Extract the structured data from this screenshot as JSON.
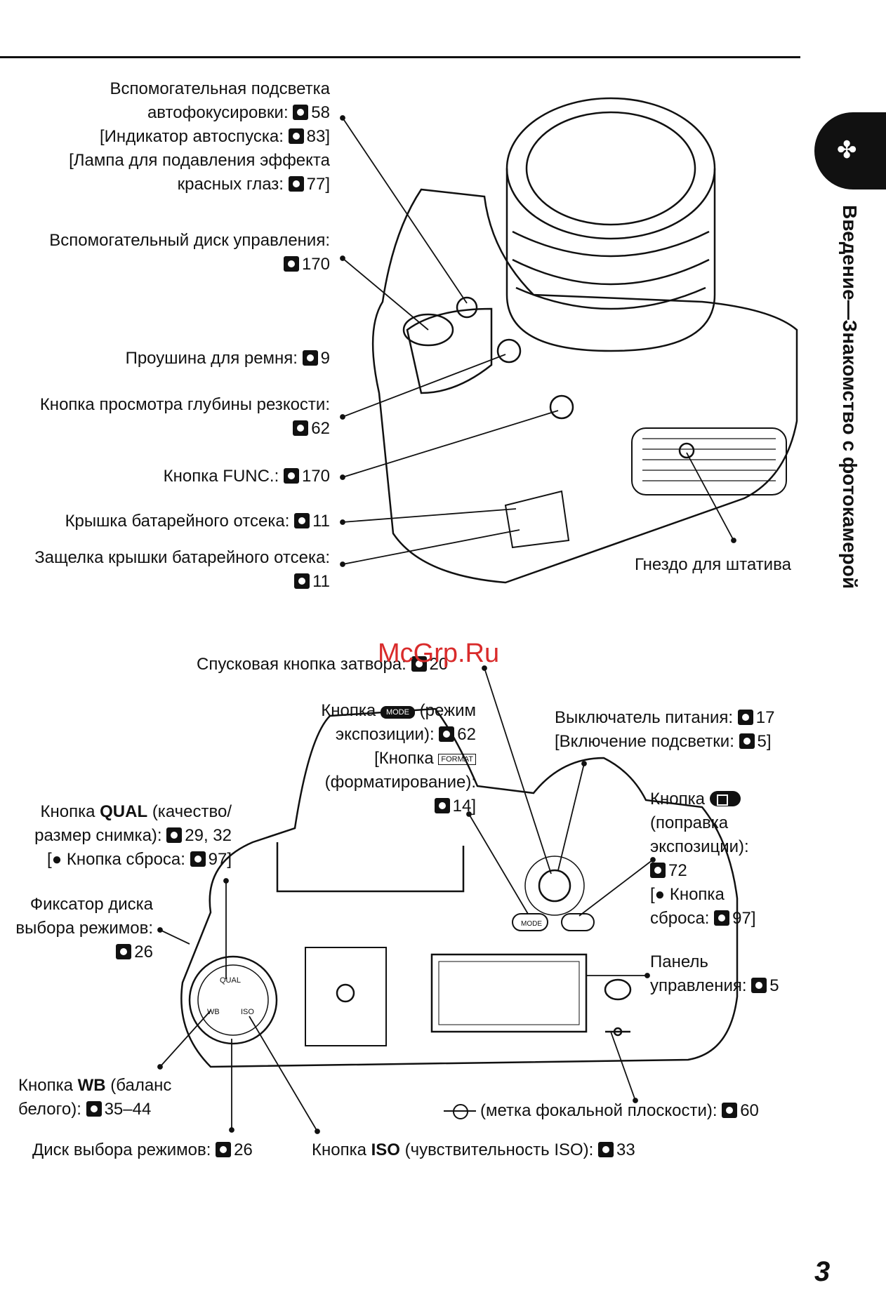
{
  "top": {
    "af_assist": {
      "l1": "Вспомогательная подсветка",
      "l2": "автофокусировки:",
      "p2": "58",
      "l3": "[Индикатор автоспуска:",
      "p3": "83]",
      "l4": "[Лампа для подавления эффекта",
      "l5": "красных глаз:",
      "p5": "77]"
    },
    "sub_dial": {
      "l1": "Вспомогательный диск управления:",
      "p": "170"
    },
    "strap": {
      "l1": "Проушина для ремня:",
      "p": "9"
    },
    "dof": {
      "l1": "Кнопка просмотра глубины резкости:",
      "p": "62"
    },
    "func": {
      "l1": "Кнопка FUNC.:",
      "p": "170"
    },
    "battery_cover": {
      "l1": "Крышка батарейного отсека:",
      "p": "11"
    },
    "battery_latch": {
      "l1": "Защелка крышки батарейного отсека:",
      "p": "11"
    },
    "tripod": {
      "l1": "Гнездо для штатива"
    }
  },
  "bottom": {
    "shutter": {
      "l1": "Спусковая кнопка затвора:",
      "p": "20"
    },
    "mode": {
      "l1a": "Кнопка",
      "pill": "MODE",
      "l1b": "(режим",
      "l2": "экспозиции):",
      "p2": "62",
      "l3": "[Кнопка",
      "fmt": "FORMAT",
      "l4": "(форматирование):",
      "p4": "14]"
    },
    "power": {
      "l1": "Выключатель питания:",
      "p1": "17",
      "l2": "[Включение подсветки:",
      "p2": "5]"
    },
    "exposure": {
      "l1": "Кнопка",
      "l2": "(поправка",
      "l3": "экспозиции):",
      "p3": "72",
      "l4": "[● Кнопка",
      "l5": "сброса:",
      "p5": "97]"
    },
    "qual": {
      "l1a": "Кнопка",
      "bold": "QUAL",
      "l1b": "(качество/",
      "l2": "размер снимка):",
      "p2": "29, 32",
      "l3": "[● Кнопка сброса:",
      "p3": "97]"
    },
    "lock": {
      "l1": "Фиксатор диска",
      "l2": "выбора режимов:",
      "p": "26"
    },
    "panel": {
      "l1": "Панель",
      "l2": "управления:",
      "p": "5"
    },
    "wb": {
      "l1a": "Кнопка",
      "bold": "WB",
      "l1b": "(баланс",
      "l2": "белого):",
      "p": "35–44"
    },
    "focal": {
      "l1": "(метка фокальной плоскости):",
      "p": "60"
    },
    "dial": {
      "l1": "Диск выбора режимов:",
      "p": "26"
    },
    "iso": {
      "l1a": "Кнопка",
      "bold": "ISO",
      "l1b": "(чувствительность ISO):",
      "p": "33"
    }
  },
  "side_title": "Введение—Знакомство с фотокамерой",
  "tab_icon": "✤",
  "watermark": "McGrp.Ru",
  "page_number": "3"
}
